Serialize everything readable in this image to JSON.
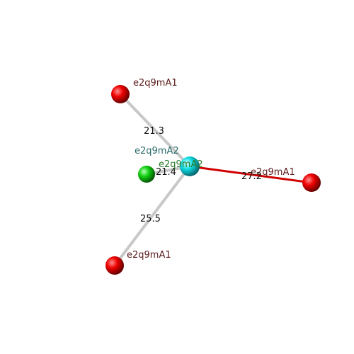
{
  "atoms": [
    {
      "id": "top",
      "label": "e2q9mA1",
      "color": "#e00000",
      "label_color": "#5a1a1a"
    },
    {
      "id": "center",
      "label": "e2q9mA2",
      "color": "#10d8e0",
      "label_color": "#2a7a2a"
    },
    {
      "id": "green",
      "label": "e2q9mA2",
      "color": "#10c010",
      "label_color": "#2a6a6a"
    },
    {
      "id": "right",
      "label": "e2q9mA1",
      "color": "#e00000",
      "label_color": "#5a1a1a"
    },
    {
      "id": "bottom",
      "label": "e2q9mA1",
      "color": "#e00000",
      "label_color": "#5a1a1a"
    }
  ],
  "bonds": [
    {
      "from": "center",
      "to": "top",
      "distance": "21.3",
      "color": "#c8c8c8"
    },
    {
      "from": "center",
      "to": "green",
      "distance": "21.4",
      "color": "#c8c8c8"
    },
    {
      "from": "center",
      "to": "right",
      "distance": "27.2",
      "color": "#d00000"
    },
    {
      "from": "center",
      "to": "bottom",
      "distance": "25.5",
      "color": "#c8c8c8"
    }
  ]
}
